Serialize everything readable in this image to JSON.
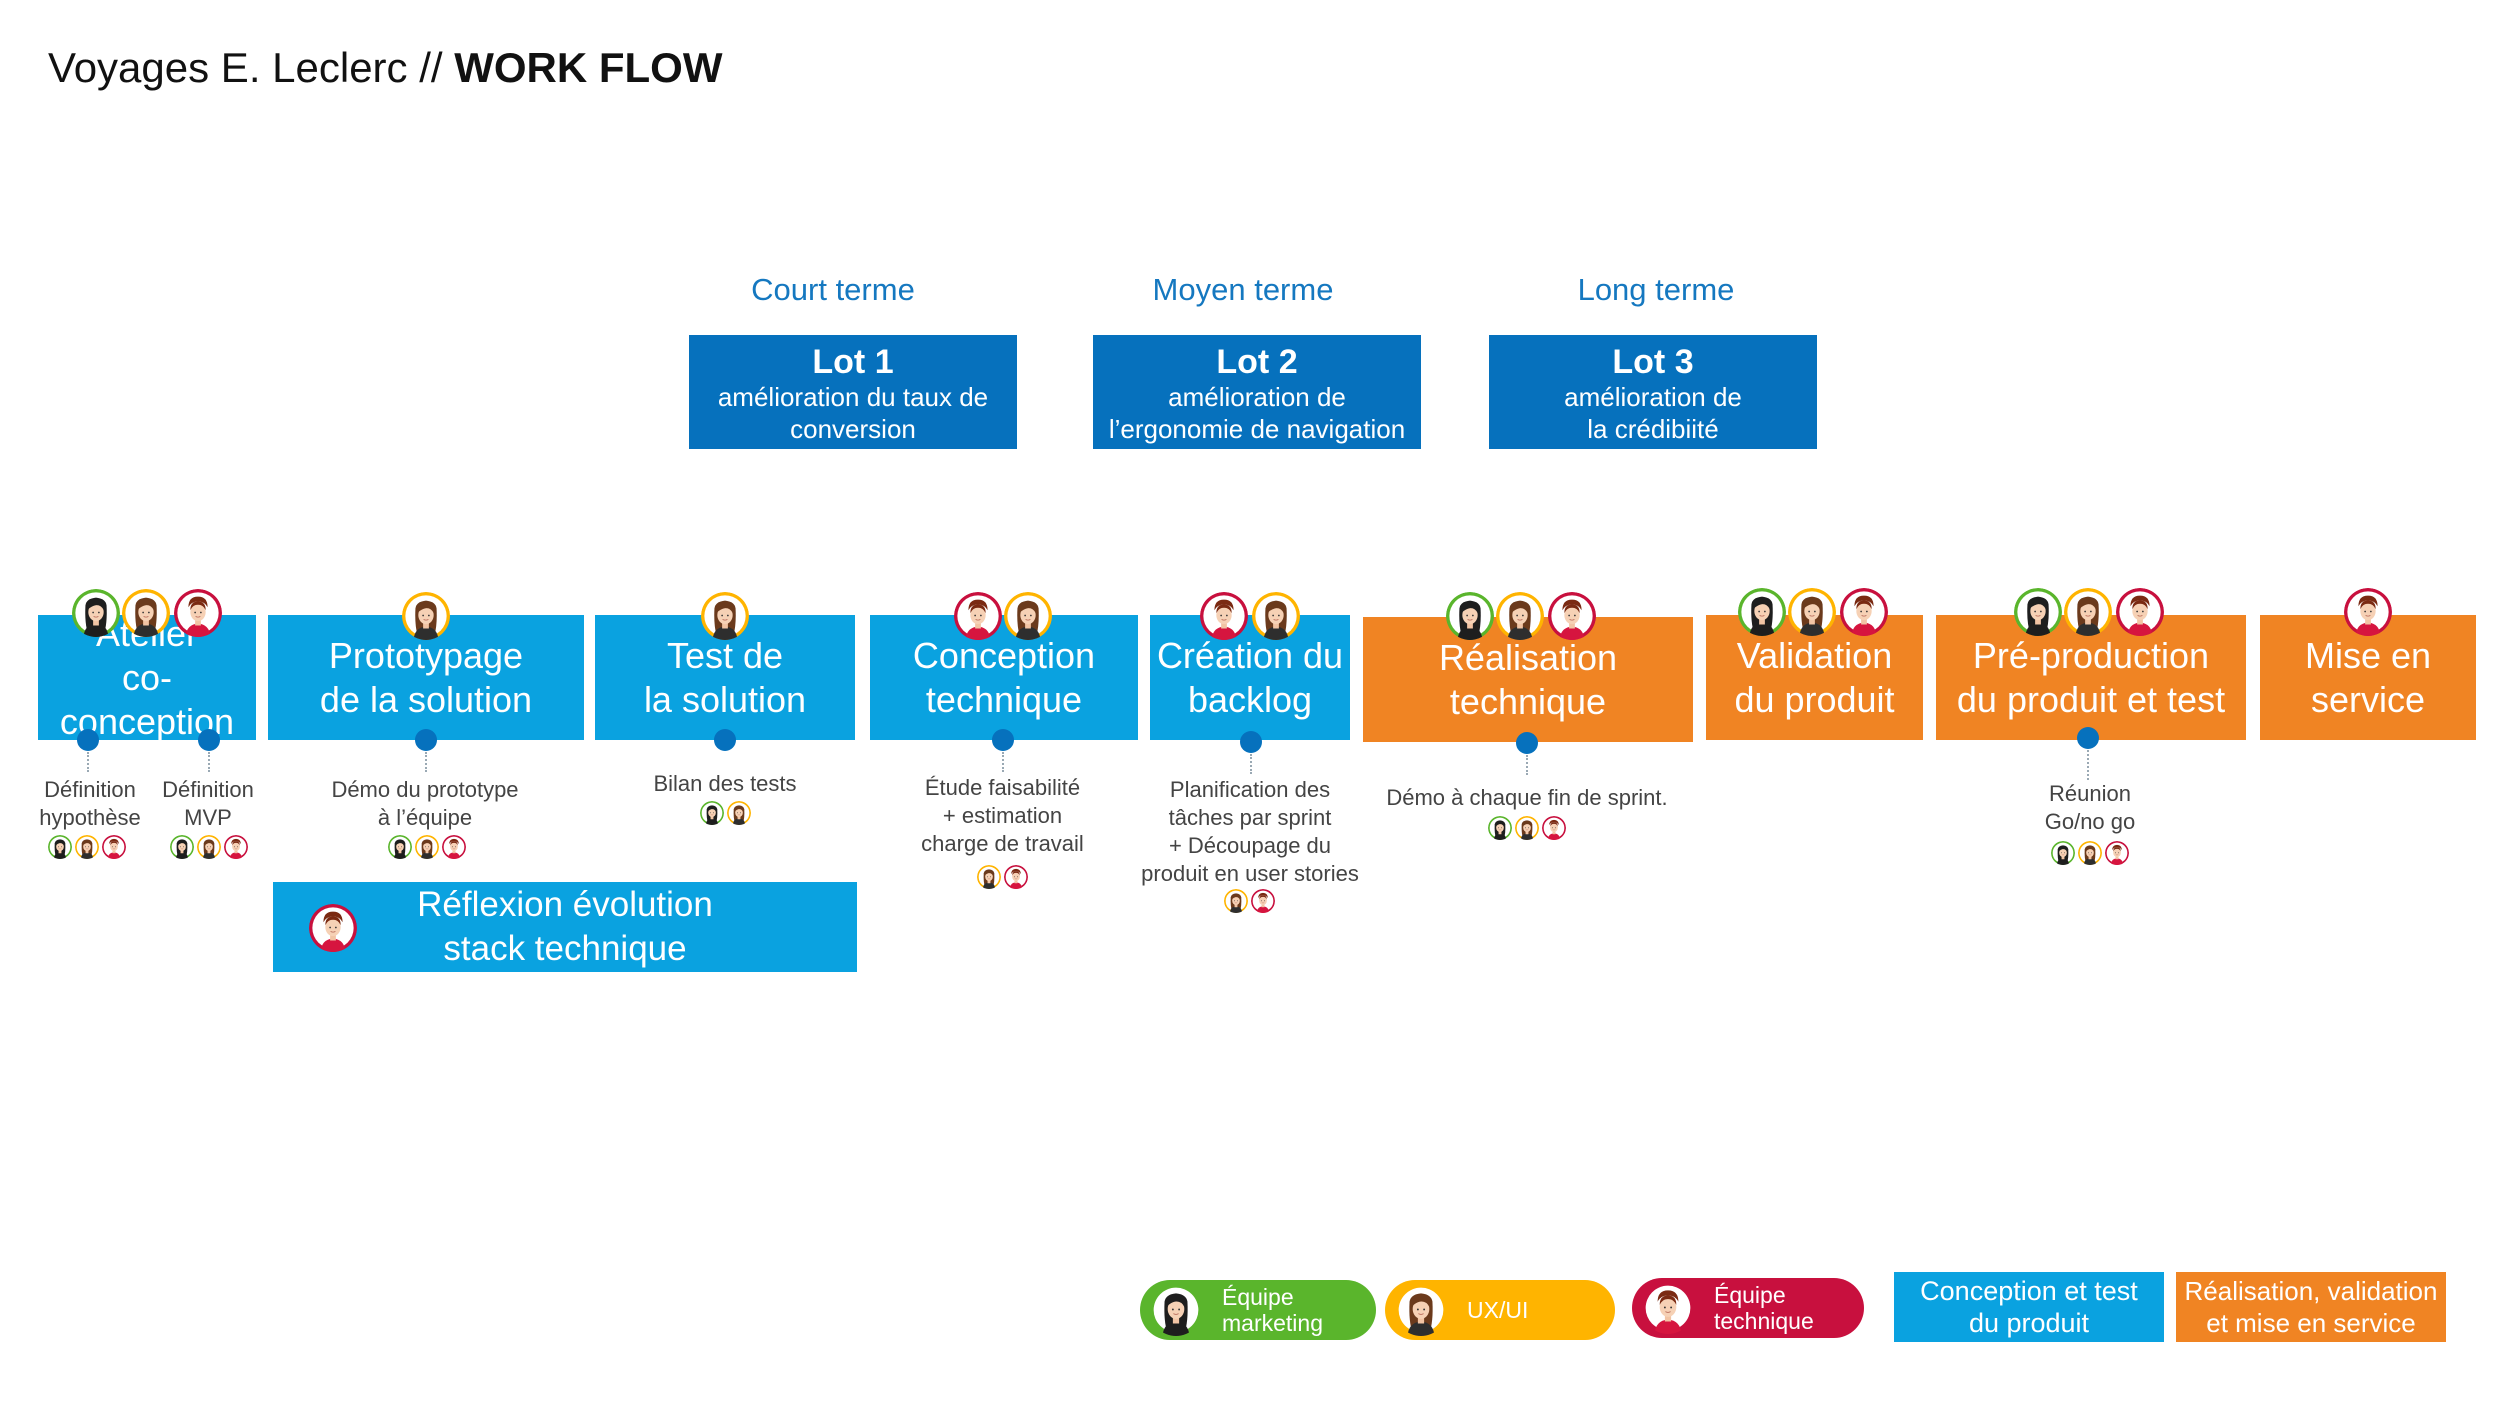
{
  "header": {
    "title_prefix": "Voyages E. Leclerc // ",
    "title_strong": "WORK FLOW"
  },
  "colors": {
    "lot_blue": "#0671bd",
    "step_blue": "#0aa2e0",
    "step_orange": "#f08423",
    "marketing_green": "#5ab52c",
    "ux_yellow": "#ffb400",
    "tech_red": "#c8103e"
  },
  "terms": [
    "Court terme",
    "Moyen terme",
    "Long terme"
  ],
  "lots": [
    {
      "title": "Lot 1",
      "desc": "amélioration du taux de\nconversion"
    },
    {
      "title": "Lot 2",
      "desc": "amélioration de\nl’ergonomie de navigation"
    },
    {
      "title": "Lot 3",
      "desc": "amélioration de\nla crédibiité"
    }
  ],
  "steps": [
    {
      "label": "Atelier\nco-conception",
      "color": "blue",
      "team": [
        "marketing",
        "ux",
        "tech"
      ]
    },
    {
      "label": "Prototypage\nde la solution",
      "color": "blue",
      "team": [
        "ux"
      ]
    },
    {
      "label": "Test de\nla solution",
      "color": "blue",
      "team": [
        "ux"
      ]
    },
    {
      "label": "Conception\ntechnique",
      "color": "blue",
      "team": [
        "tech",
        "ux"
      ]
    },
    {
      "label": "Création du\nbacklog",
      "color": "blue",
      "team": [
        "tech",
        "ux"
      ]
    },
    {
      "label": "Réalisation\ntechnique",
      "color": "orange",
      "team": [
        "marketing",
        "ux",
        "tech"
      ]
    },
    {
      "label": "Validation\ndu produit",
      "color": "orange",
      "team": [
        "marketing",
        "ux",
        "tech"
      ]
    },
    {
      "label": "Pré-production\ndu produit et test",
      "color": "orange",
      "team": [
        "marketing",
        "ux",
        "tech"
      ]
    },
    {
      "label": "Mise en\nservice",
      "color": "orange",
      "team": [
        "tech"
      ]
    }
  ],
  "milestones": [
    {
      "text": "Définition\nhypothèse",
      "team": [
        "marketing",
        "ux",
        "tech"
      ]
    },
    {
      "text": "Définition\nMVP",
      "team": [
        "marketing",
        "ux",
        "tech"
      ]
    },
    {
      "text": "Démo du prototype\nà l’équipe",
      "team": [
        "marketing",
        "ux",
        "tech"
      ]
    },
    {
      "text": "Bilan des tests",
      "team": [
        "marketing",
        "ux"
      ]
    },
    {
      "text": "Étude faisabilité\n+ estimation\ncharge de travail",
      "team": [
        "ux",
        "tech"
      ]
    },
    {
      "text": "Planification des\ntâches par sprint\n+ Découpage du\nproduit en user stories",
      "team": [
        "ux",
        "tech"
      ]
    },
    {
      "text": "Démo à chaque fin de sprint.",
      "team": [
        "marketing",
        "ux",
        "tech"
      ]
    },
    {
      "text": "Réunion\nGo/no go",
      "team": [
        "marketing",
        "ux",
        "tech"
      ]
    }
  ],
  "side_task": {
    "label": "Réflexion évolution\nstack technique",
    "team": [
      "tech"
    ]
  },
  "legend": {
    "marketing": "Équipe\nmarketing",
    "ux": "UX/UI",
    "tech": "Équipe\ntechnique",
    "conception": "Conception et test\ndu produit",
    "realisation": "Réalisation, validation\net mise en service"
  }
}
